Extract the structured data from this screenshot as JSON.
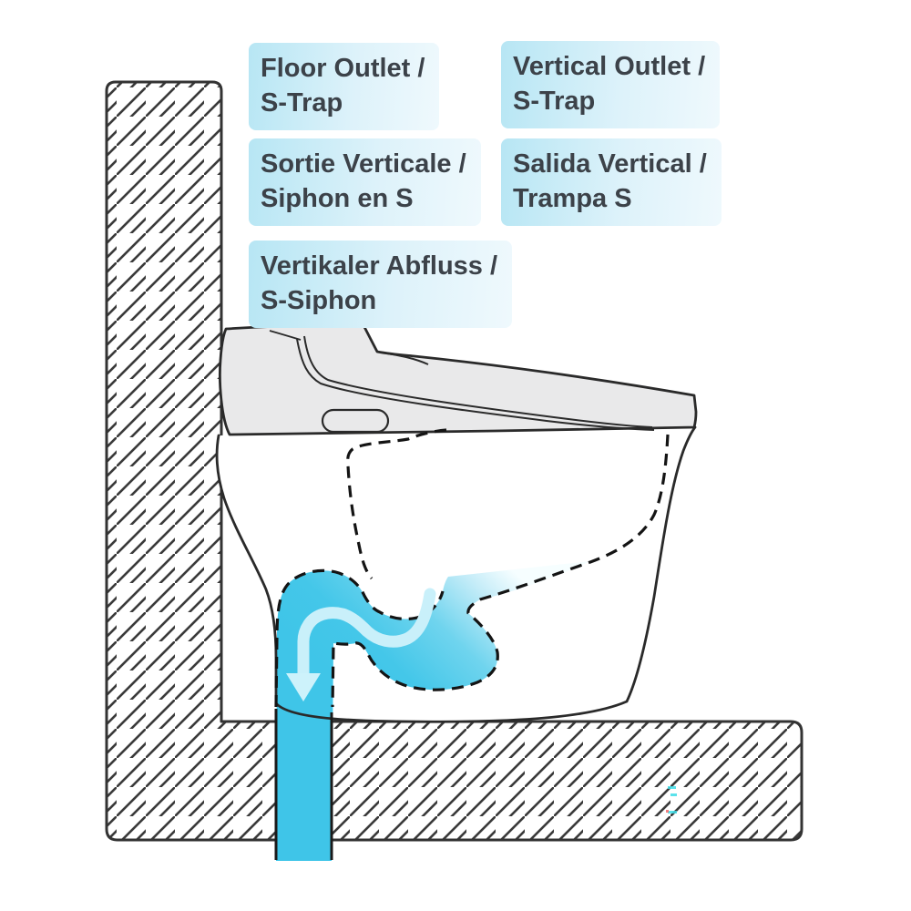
{
  "diagram": {
    "title_semantic": "toilet-floor-outlet-s-trap-cross-section",
    "labels": [
      {
        "lang": "en",
        "line1": "Floor Outlet /",
        "line2": "S-Trap"
      },
      {
        "lang": "en-2",
        "line1": "Vertical Outlet /",
        "line2": "S-Trap"
      },
      {
        "lang": "fr",
        "line1": "Sortie Verticale /",
        "line2": "Siphon en S"
      },
      {
        "lang": "es",
        "line1": "Salida Vertical /",
        "line2": "Trampa S"
      },
      {
        "lang": "de",
        "line1": "Vertikaler Abfluss /",
        "line2": "S-Siphon"
      }
    ],
    "icons": [
      {
        "name": "flow-direction-down-arrow",
        "meaning": "water drains downward through floor outlet"
      }
    ],
    "colors": {
      "label_bg_start": "#b7e6f4",
      "label_bg_mid": "#ddf2fa",
      "label_bg_end": "#eff9fd",
      "label_text": "#3c4249",
      "line_dark": "#2a2a2a",
      "dash_color": "#141414",
      "hatch_color": "#3a3a3a",
      "ceramic_gray": "#e9e9ea",
      "ceramic_white": "#ffffff",
      "water_blue": "#42c6e9",
      "water_surface": "#f6feff",
      "flow_highlight": "#c9f0fa"
    }
  }
}
